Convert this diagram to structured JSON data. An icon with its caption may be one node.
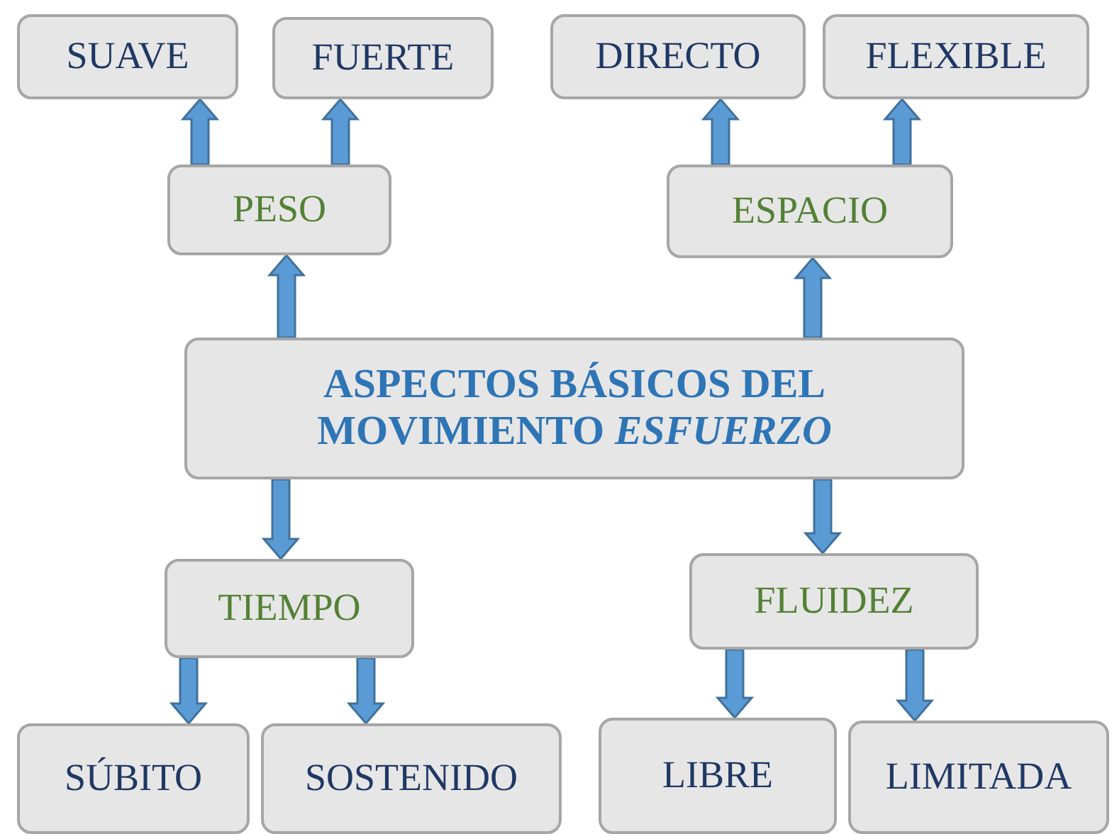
{
  "diagram": {
    "nodes": [
      {
        "text": [
          "SUAVE"
        ]
      },
      {
        "text": [
          "FUERTE"
        ]
      },
      {
        "text": [
          "DIRECTO"
        ]
      },
      {
        "text": [
          "FLEXIBLE"
        ]
      },
      {
        "text": [
          "PESO"
        ]
      },
      {
        "text": [
          "ESPACIO"
        ]
      },
      {
        "text": [
          "ASPECTOS BÁSICOS DEL MOVIMIENTO *ESFUERZO*"
        ]
      },
      {
        "text": [
          "TIEMPO"
        ]
      },
      {
        "text": [
          "FLUIDEZ"
        ]
      },
      {
        "text": [
          "SÚBITO"
        ]
      },
      {
        "text": [
          "SOSTENIDO"
        ]
      },
      {
        "text": [
          "LIBRE"
        ]
      },
      {
        "text": [
          "LIMITADA"
        ]
      }
    ],
    "edges": [
      {
        "from": 6,
        "to": 4,
        "arrow": "to"
      },
      {
        "from": 4,
        "to": 0,
        "arrow": "to"
      },
      {
        "from": 4,
        "to": 1,
        "arrow": "to"
      },
      {
        "from": 6,
        "to": 5,
        "arrow": "to"
      },
      {
        "from": 5,
        "to": 2,
        "arrow": "to"
      },
      {
        "from": 5,
        "to": 3,
        "arrow": "to"
      },
      {
        "from": 6,
        "to": 7,
        "arrow": "to"
      },
      {
        "from": 6,
        "to": 8,
        "arrow": "to"
      },
      {
        "from": 7,
        "to": 9,
        "arrow": "to"
      },
      {
        "from": 7,
        "to": 10,
        "arrow": "to"
      },
      {
        "from": 8,
        "to": 11,
        "arrow": "to"
      },
      {
        "from": 8,
        "to": 12,
        "arrow": "to"
      }
    ]
  }
}
